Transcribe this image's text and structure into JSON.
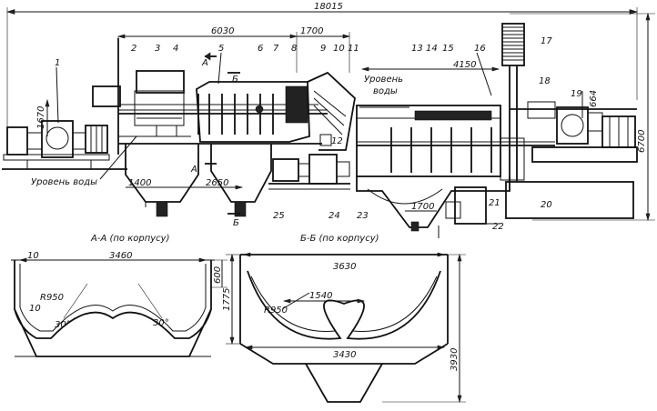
{
  "top_view": {
    "overall_length": "18015",
    "dims": {
      "d6030": "6030",
      "d1700_top": "1700",
      "d4150": "4150",
      "d1670": "1670",
      "d664": "664",
      "d6700": "6700",
      "d1400": "1400",
      "d2650": "2650",
      "d1700_bottom": "1700"
    },
    "water_level_left": "Уровень воды",
    "water_level_right_1": "Уровень",
    "water_level_right_2": "воды",
    "section_marks": {
      "a": "А",
      "b": "Б"
    },
    "callouts": [
      "1",
      "2",
      "3",
      "4",
      "5",
      "6",
      "7",
      "8",
      "9",
      "10",
      "11",
      "12",
      "13",
      "14",
      "15",
      "16",
      "17",
      "18",
      "19",
      "20",
      "21",
      "22",
      "23",
      "24",
      "25"
    ]
  },
  "section_a": {
    "title": "А-А (по корпусу)",
    "dims": {
      "width": "3460",
      "wall": "10",
      "depth": "600",
      "radius": "R950",
      "wall2": "10"
    },
    "angle_left": "30°",
    "angle_right": "30°"
  },
  "section_b": {
    "title": "Б-Б (по корпусу)",
    "dims": {
      "top_width": "3630",
      "pitch": "1540",
      "bottom_width": "3430",
      "radius": "R950",
      "h1775": "1775",
      "h3930": "3930"
    }
  }
}
